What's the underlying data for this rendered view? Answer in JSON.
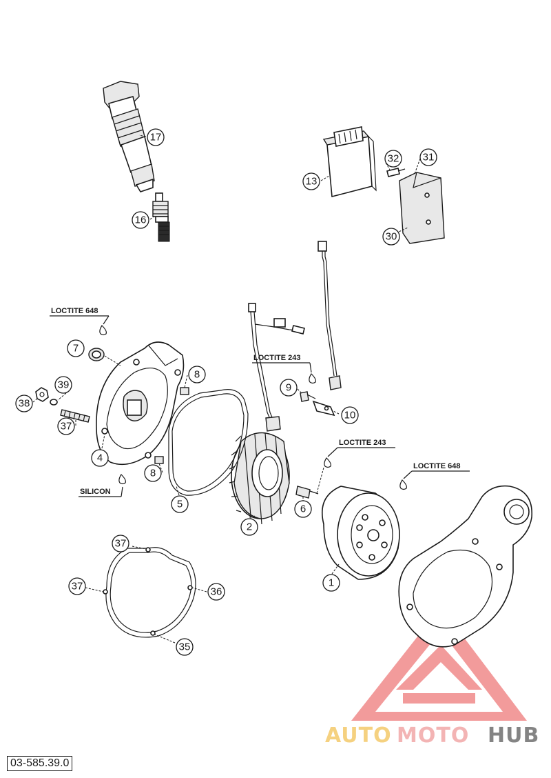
{
  "document_code": "03-585.39.0",
  "watermark": {
    "part1": "AUTO",
    "part2": "MOTO",
    "part3": "HUB",
    "colors": {
      "auto": "#f4c96a",
      "moto": "#f2a8a8",
      "hub": "#6f6f6f",
      "triangle": "#f08a8a"
    }
  },
  "notes": {
    "loctite_648_top": "LOCTITE 648",
    "loctite_243_mid": "LOCTITE 243",
    "loctite_243_right": "LOCTITE 243",
    "loctite_648_right": "LOCTITE 648",
    "silicon": "SILICON"
  },
  "callouts": {
    "c17": "17",
    "c16": "16",
    "c13": "13",
    "c32": "32",
    "c31": "31",
    "c30": "30",
    "c7": "7",
    "c8a": "8",
    "c8b": "8",
    "c39": "39",
    "c38": "38",
    "c37a": "37",
    "c4": "4",
    "c5": "5",
    "c2": "2",
    "c9": "9",
    "c10": "10",
    "c6": "6",
    "c1": "1",
    "c37b": "37",
    "c37c": "37",
    "c36": "36",
    "c35": "35"
  }
}
